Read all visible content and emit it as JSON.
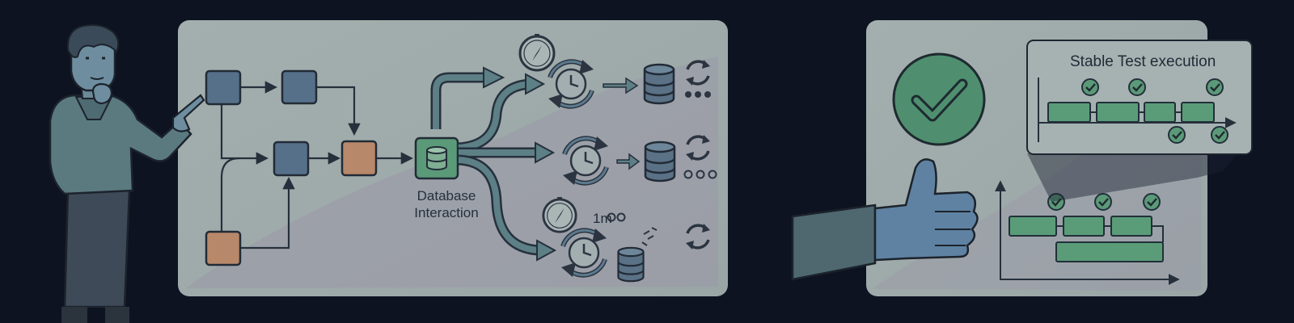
{
  "labels": {
    "database": "Database",
    "interaction": "Interaction",
    "timeout": "1m",
    "stable": "Stable Test execution"
  },
  "colors": {
    "background": "#0d1321",
    "panel": "#99a6a5",
    "node_blue": "#56708a",
    "node_orange": "#b7886a",
    "node_green": "#5b9a78",
    "bar_green": "#5a9c78",
    "check_green": "#4f8f6f"
  },
  "icons": [
    "person-pointing",
    "compass-icon",
    "sync-clock-icon",
    "database-icon",
    "refresh-icon",
    "check-circle-icon",
    "thumbs-up-icon"
  ]
}
